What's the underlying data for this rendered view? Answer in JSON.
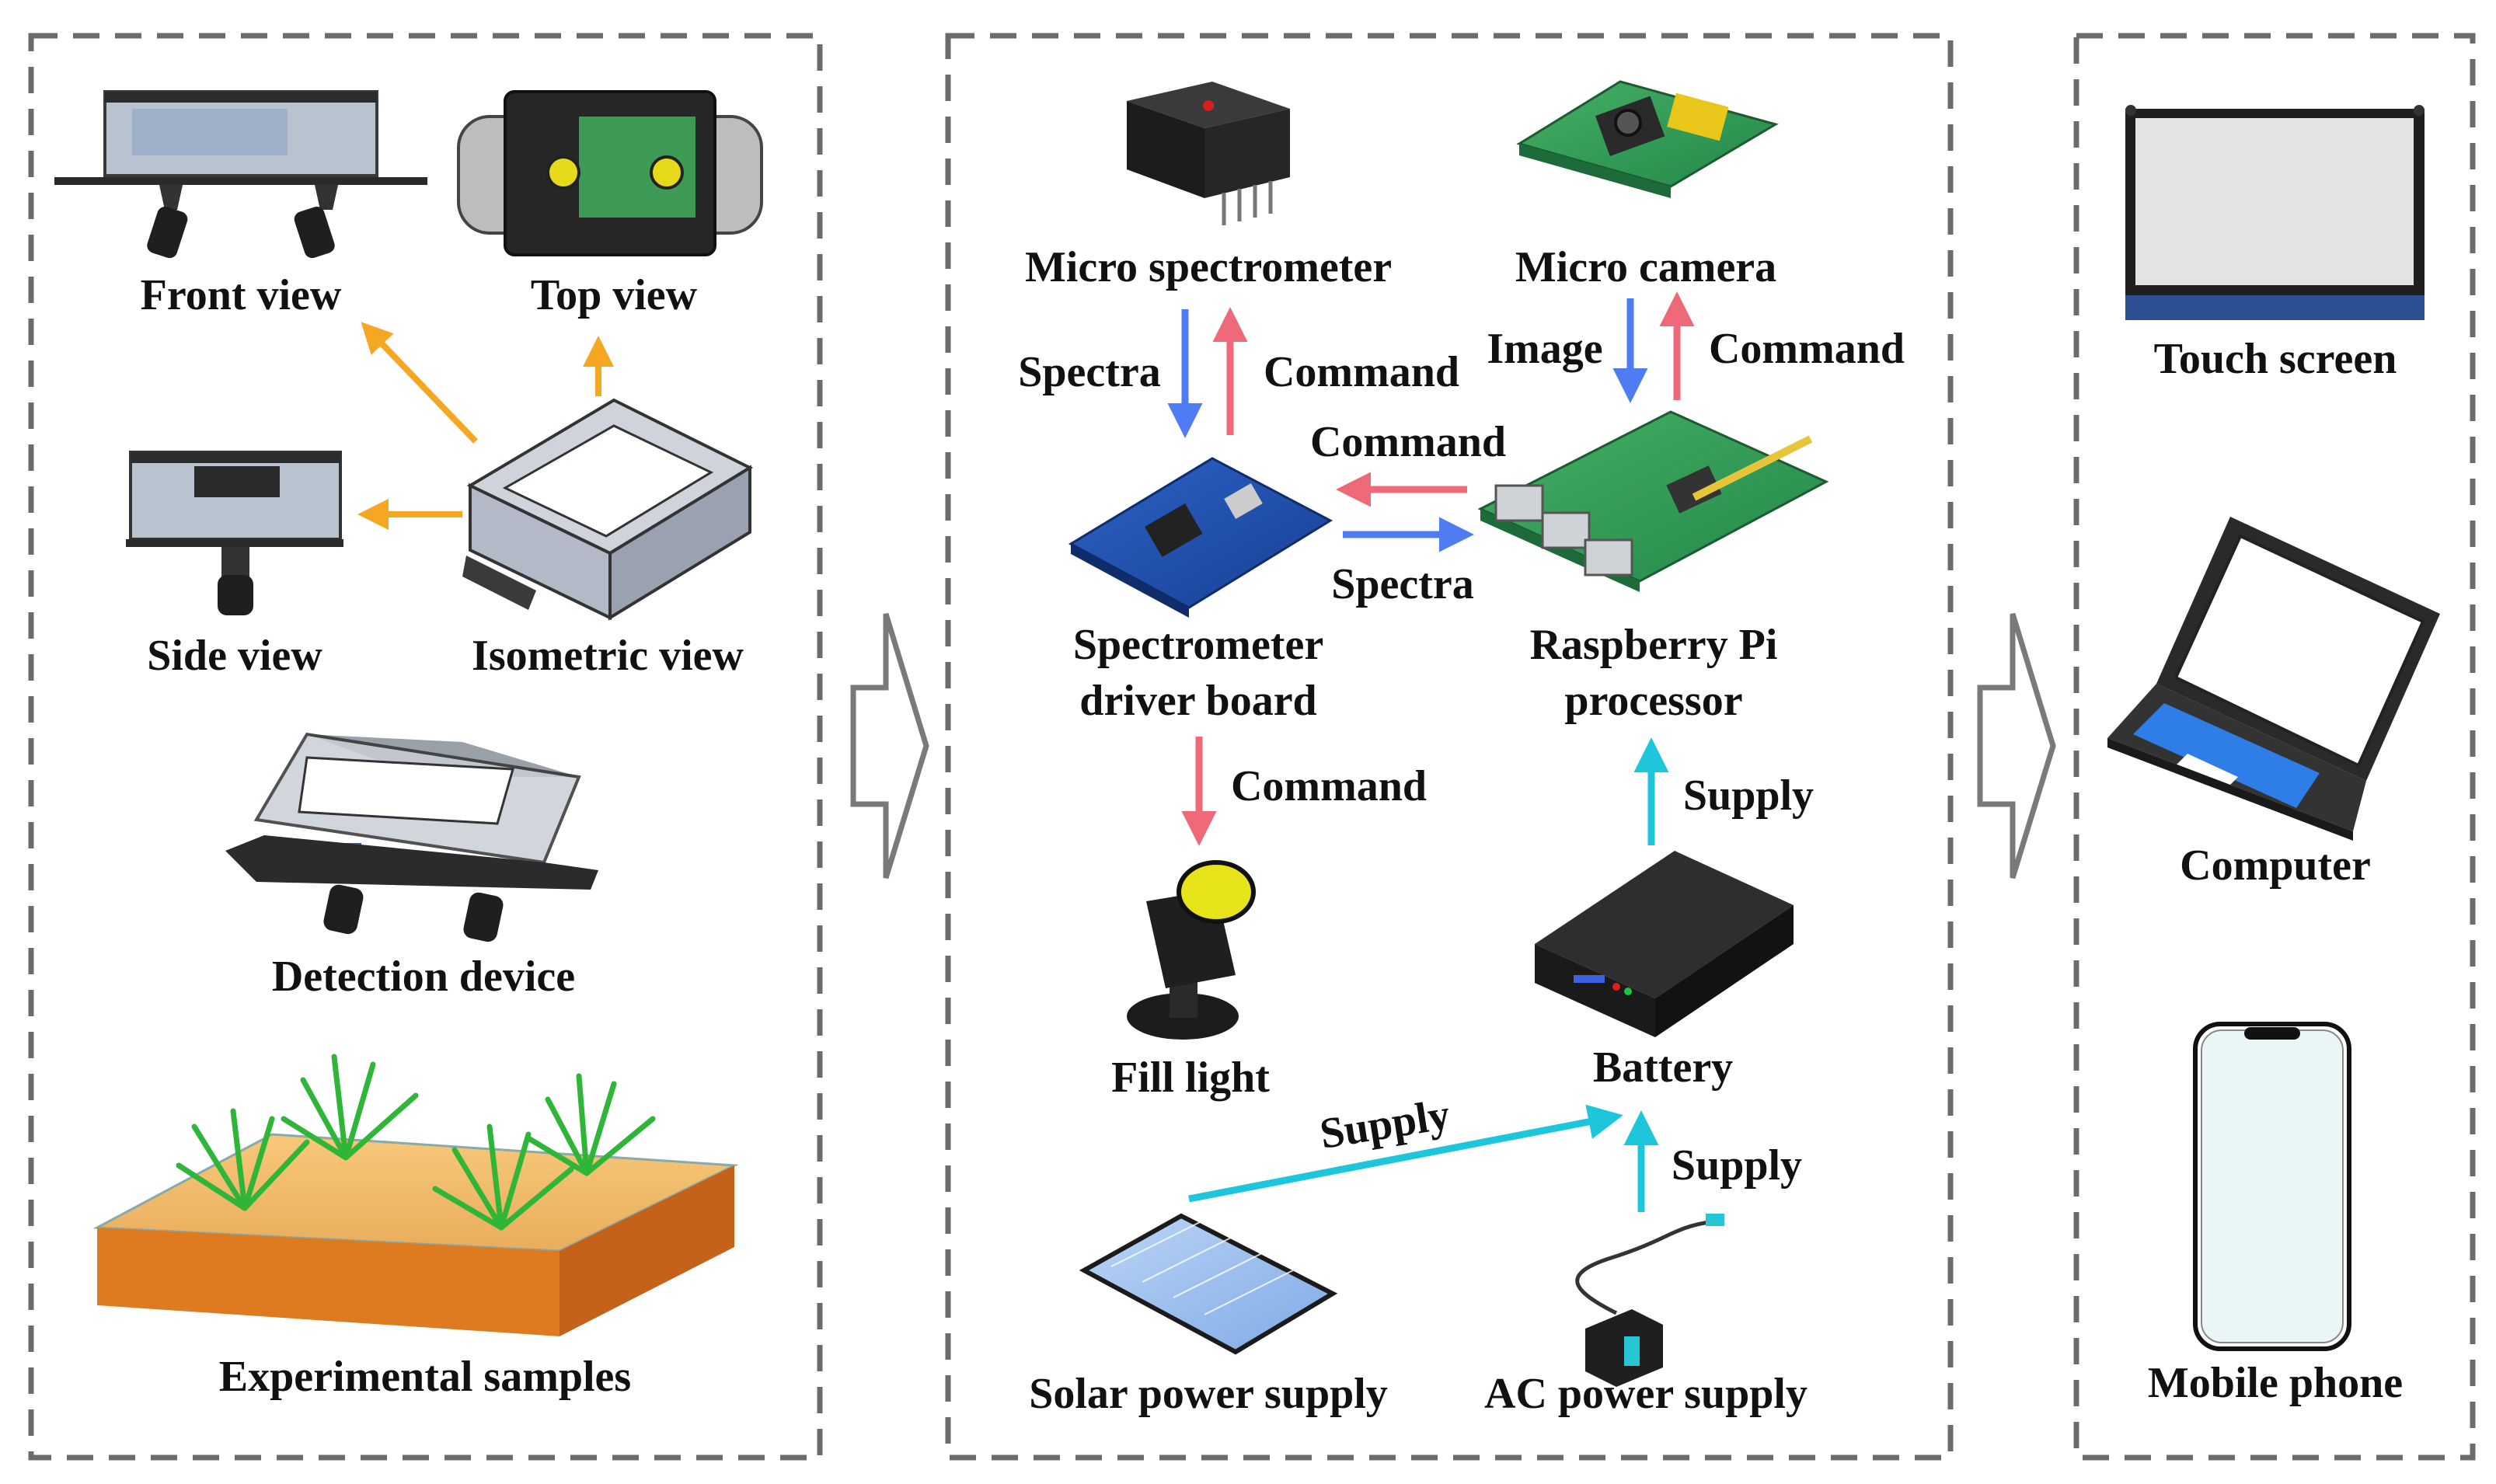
{
  "panels": {
    "left": {
      "front_view": "Front view",
      "top_view": "Top view",
      "side_view": "Side view",
      "isometric_view": "Isometric view",
      "detection_device": "Detection device",
      "experimental_samples": "Experimental samples"
    },
    "middle": {
      "micro_spectrometer": "Micro spectrometer",
      "micro_camera": "Micro camera",
      "driver_board_line1": "Spectrometer",
      "driver_board_line2": "driver board",
      "raspberry_line1": "Raspberry Pi",
      "raspberry_line2": "processor",
      "fill_light": "Fill light",
      "battery": "Battery",
      "solar": "Solar power supply",
      "ac": "AC power supply",
      "flows": {
        "spectra_down": "Spectra",
        "command_up_spec": "Command",
        "image": "Image",
        "command_up_cam": "Command",
        "command_rpi_to_board": "Command",
        "spectra_board_to_rpi": "Spectra",
        "command_to_light": "Command",
        "supply_battery_to_rpi": "Supply",
        "supply_solar": "Supply",
        "supply_ac": "Supply"
      }
    },
    "right": {
      "touch_screen": "Touch screen",
      "computer": "Computer",
      "mobile_phone": "Mobile phone"
    }
  },
  "colors": {
    "orange_arrow": "#f5a623",
    "blue_arrow": "#4f7cf3",
    "red_arrow": "#ee6a78",
    "cyan_arrow": "#1ec6db",
    "panel_border": "#6b6b6b"
  }
}
